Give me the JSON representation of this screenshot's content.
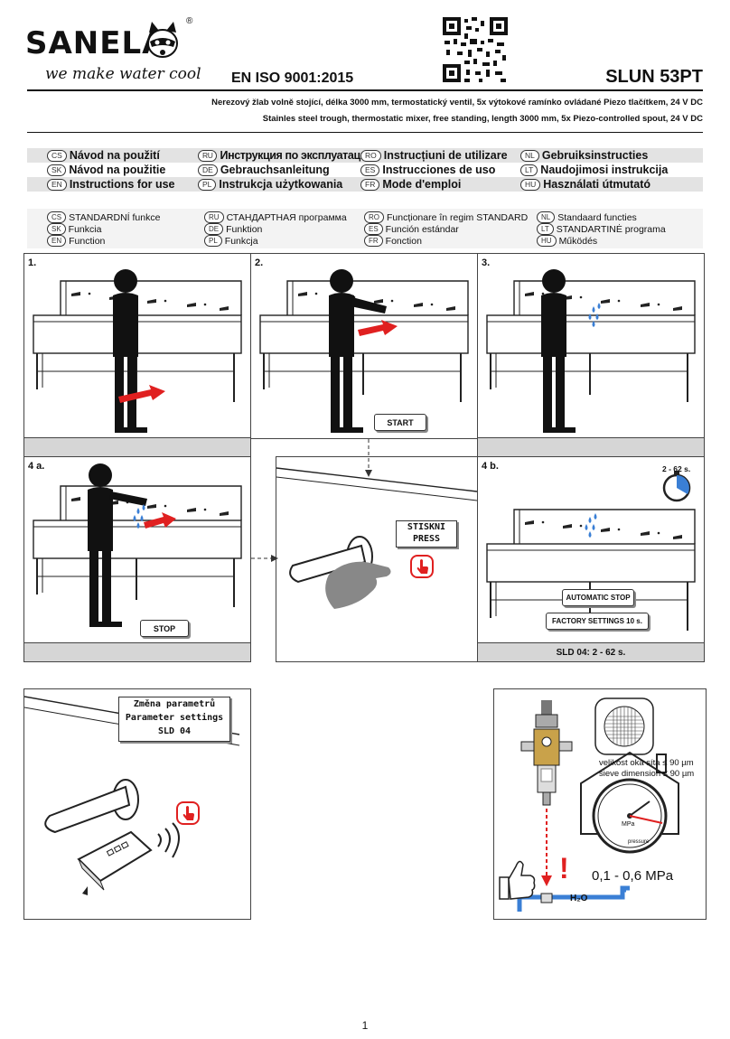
{
  "header": {
    "brand": "SANELA",
    "slogan": "we make water cool",
    "registered_mark": "®",
    "iso": "EN ISO 9001:2015",
    "model": "SLUN 53PT",
    "description_cs": "Nerezový žlab volně stojící, délka 3000 mm, termostatický ventil, 5x výtokové ramínko ovládané Piezo tlačítkem, 24 V DC",
    "description_en": "Stainles steel trough, thermostatic mixer, free standing, length 3000 mm, 5x Piezo-controlled spout, 24 V DC"
  },
  "languages": [
    [
      {
        "code": "CS",
        "text": "Návod na použití"
      },
      {
        "code": "RU",
        "text": "Инструкция по эксплуатации"
      },
      {
        "code": "RO",
        "text": "Instrucțiuni de utilizare"
      },
      {
        "code": "NL",
        "text": "Gebruiksinstructies"
      }
    ],
    [
      {
        "code": "SK",
        "text": "Návod na použitie"
      },
      {
        "code": "DE",
        "text": "Gebrauchsanleitung"
      },
      {
        "code": "ES",
        "text": "Instrucciones de uso"
      },
      {
        "code": "LT",
        "text": "Naudojimosi instrukcija"
      }
    ],
    [
      {
        "code": "EN",
        "text": "Instructions for use"
      },
      {
        "code": "PL",
        "text": "Instrukcja użytkowania"
      },
      {
        "code": "FR",
        "text": "Mode d'emploi"
      },
      {
        "code": "HU",
        "text": "Használati útmutató"
      }
    ]
  ],
  "functions": [
    [
      {
        "code": "CS",
        "text": "STANDARDNÍ funkce"
      },
      {
        "code": "RU",
        "text": "СТАНДАРТНАЯ программа"
      },
      {
        "code": "RO",
        "text": "Funcționare în regim STANDARD"
      },
      {
        "code": "NL",
        "text": "Standaard functies"
      }
    ],
    [
      {
        "code": "SK",
        "text": "Funkcia"
      },
      {
        "code": "DE",
        "text": "Funktion"
      },
      {
        "code": "ES",
        "text": "Función estándar"
      },
      {
        "code": "LT",
        "text": "STANDARTINĖ programa"
      }
    ],
    [
      {
        "code": "EN",
        "text": "Function"
      },
      {
        "code": "PL",
        "text": "Funkcja"
      },
      {
        "code": "FR",
        "text": "Fonction"
      },
      {
        "code": "HU",
        "text": "Működés"
      }
    ]
  ],
  "steps": {
    "s1": "1.",
    "s2": "2.",
    "s3": "3.",
    "s4a": "4 a.",
    "s4b": "4 b."
  },
  "labels": {
    "start": "START",
    "stop": "STOP",
    "press_cs": "STISKNI",
    "press_en": "PRESS",
    "time_range": "2 - 62 s.",
    "automatic_stop": "AUTOMATIC STOP",
    "factory_settings": "FACTORY SETTINGS 10 s.",
    "sld_range": "SLD 04: 2 - 62 s."
  },
  "params": {
    "line1": "Změna parametrů",
    "line2": "Parameter settings",
    "line3": "SLD 04"
  },
  "filter": {
    "sieve_cs": "velikost oka síta ≤ 90 µm",
    "sieve_en": "sieve dimension ≤ 90 µm",
    "pressure": "0,1 - 0,6 MPa",
    "gauge_unit": "MPa",
    "gauge_label": "pressure",
    "water": "H₂O",
    "warning": "!"
  },
  "page_number": "1",
  "colors": {
    "accent_red": "#e02020",
    "water_blue": "#3a7fd5",
    "panel_gray": "#d6d6d6"
  }
}
